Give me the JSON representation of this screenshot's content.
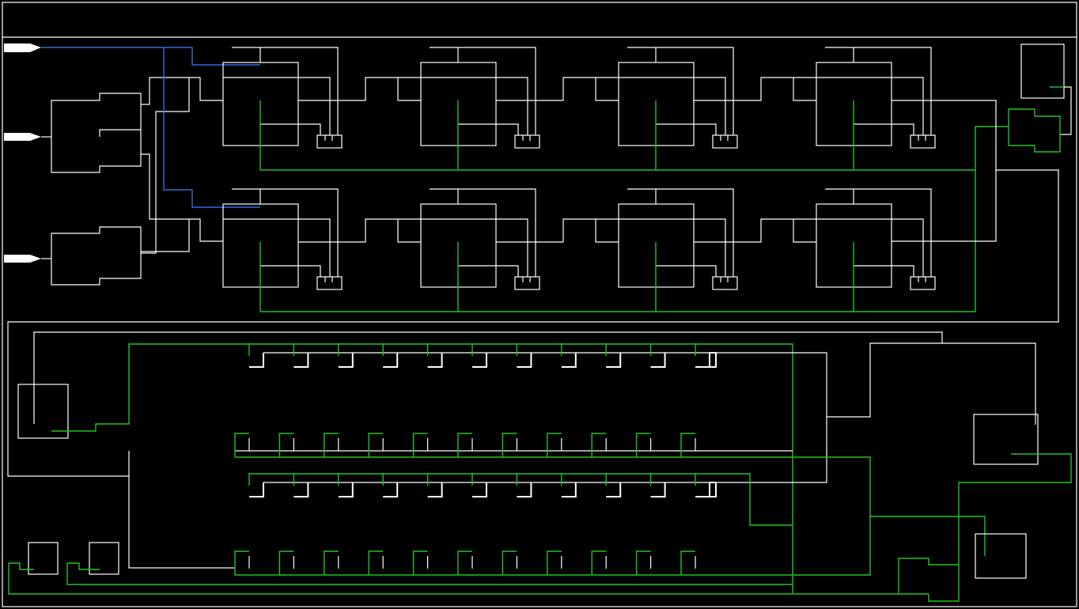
{
  "colors": {
    "background": "#000000",
    "wire": "#ffffff",
    "net_green": "#22c222",
    "net_blue": "#2f6fd6"
  },
  "diagram": {
    "type": "schematic",
    "input_ports": 3,
    "cells_per_row": 4,
    "cell_rows": 2,
    "bank_rows": 4,
    "bank_columns": 11
  }
}
